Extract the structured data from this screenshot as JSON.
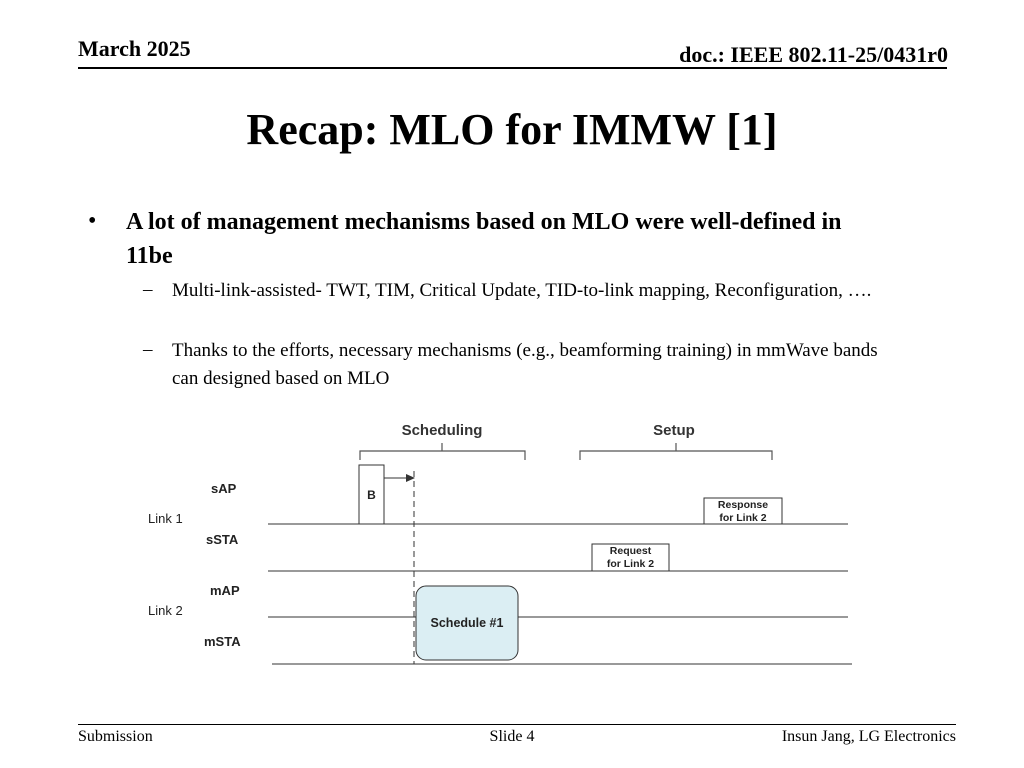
{
  "header": {
    "date": "March 2025",
    "doc": "doc.: IEEE 802.11-25/0431r0"
  },
  "title": "Recap: MLO for IMMW [1]",
  "bullet": {
    "text": "A lot of management mechanisms based on MLO were well-defined in 11be",
    "subitems": [
      "Multi-link-assisted- TWT, TIM, Critical Update, TID-to-link mapping, Reconfiguration, ….",
      "Thanks to the efforts, necessary mechanisms (e.g., beamforming training) in mmWave bands can designed based on MLO"
    ]
  },
  "diagram": {
    "scheduling_label": "Scheduling",
    "setup_label": "Setup",
    "link1_label": "Link  1",
    "link2_label": "Link  2",
    "sap_label": "sAP",
    "ssta_label": "sSTA",
    "map_label": "mAP",
    "msta_label": "mSTA",
    "beacon_label": "B",
    "request_line1": "Request",
    "request_line2": "for Link 2",
    "response_line1": "Response",
    "response_line2": "for Link 2",
    "schedule_label": "Schedule #1",
    "schedule_fill": "#dbeef3"
  },
  "footer": {
    "left": "Submission",
    "center": "Slide 4",
    "right": "Insun Jang, LG Electronics"
  }
}
